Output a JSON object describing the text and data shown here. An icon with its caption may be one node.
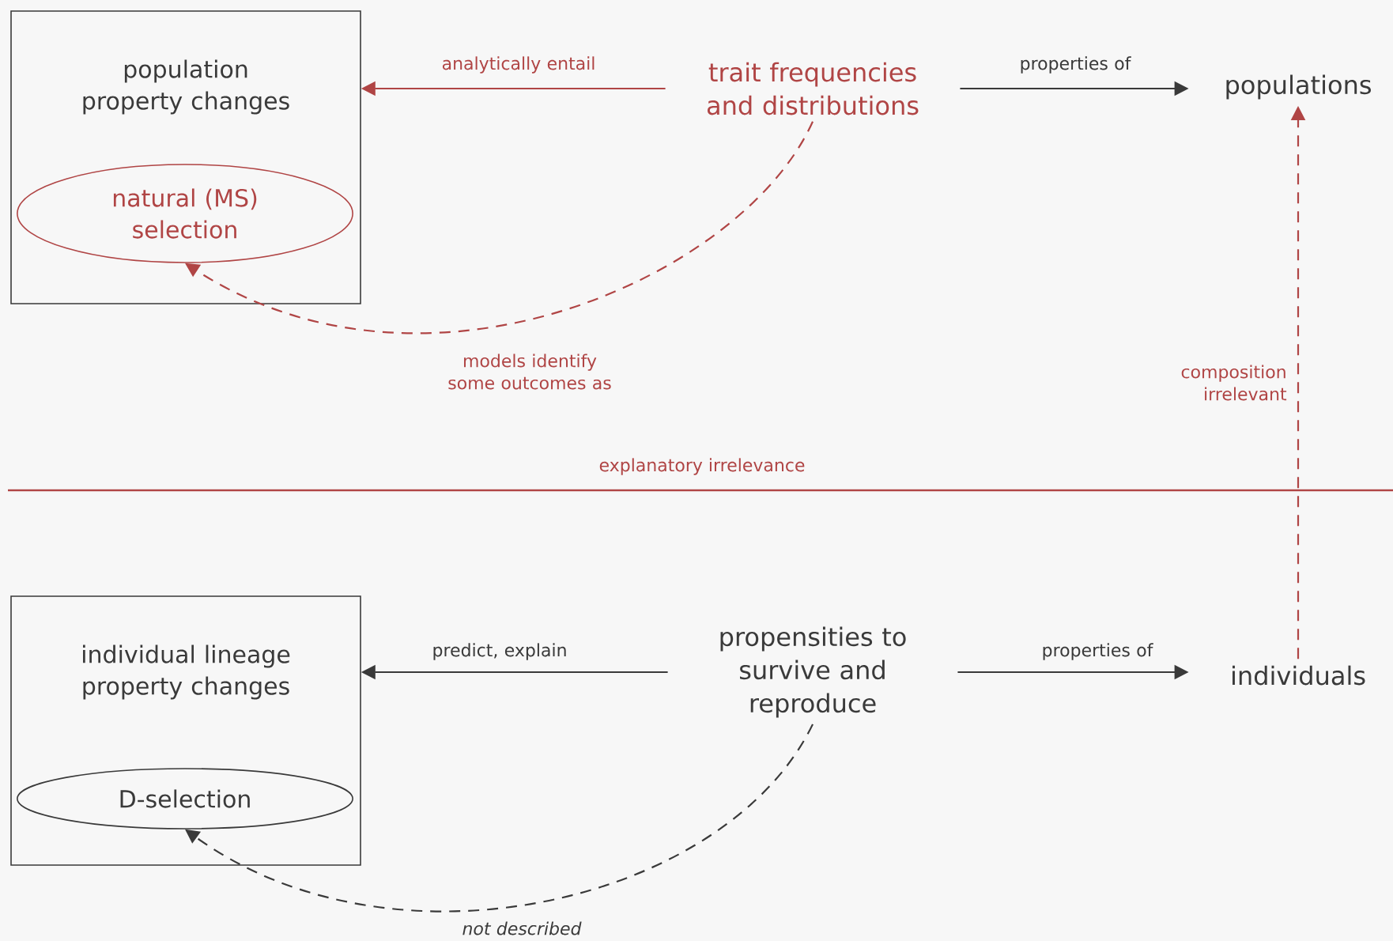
{
  "diagram": {
    "nodes": [
      {
        "text": [
          "population property changes"
        ]
      },
      {
        "text": [
          "natural (MS) selection"
        ],
        "in": 0
      },
      {
        "text": [
          "trait frequencies and distributions"
        ]
      },
      {
        "text": [
          "populations"
        ]
      },
      {
        "text": [
          "individual lineage property changes"
        ]
      },
      {
        "text": [
          "D-selection"
        ],
        "in": 4
      },
      {
        "text": [
          "propensities to survive and reproduce"
        ]
      },
      {
        "text": [
          "individuals"
        ]
      }
    ],
    "edges": [
      {
        "from": 2,
        "to": 0,
        "arrow": "to",
        "label": "analytically entail",
        "color": "#b04545"
      },
      {
        "from": 2,
        "to": 3,
        "arrow": "to",
        "label": "properties of"
      },
      {
        "from": 2,
        "to": 1,
        "arrow": "to",
        "label": "models identify some outcomes as",
        "style": "dashed",
        "color": "#b04545"
      },
      {
        "from": 7,
        "to": 3,
        "arrow": "to",
        "label": "composition irrelevant",
        "style": "dashed",
        "color": "#b04545"
      },
      {
        "from": 6,
        "to": 4,
        "arrow": "to",
        "label": "predict, explain"
      },
      {
        "from": 6,
        "to": 7,
        "arrow": "to",
        "label": "properties of"
      },
      {
        "from": 6,
        "to": 5,
        "arrow": "to",
        "label": "not described",
        "style": "dashed"
      }
    ],
    "labels": [
      "explanatory irrelevance"
    ]
  }
}
